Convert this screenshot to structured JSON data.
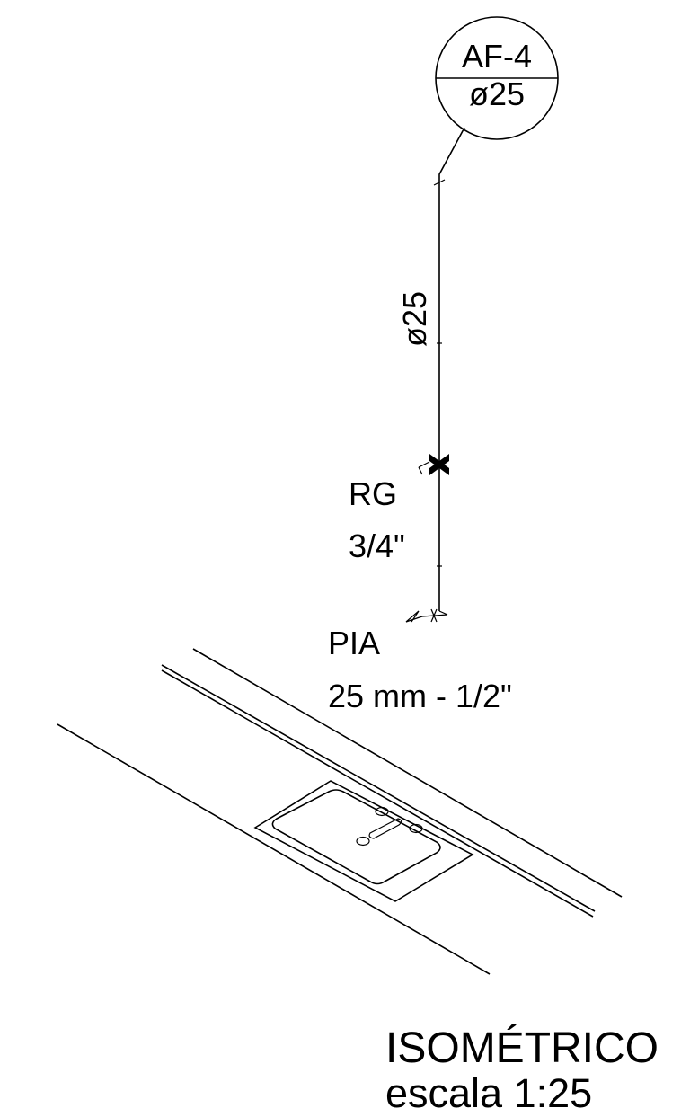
{
  "tag": {
    "top": "AF-4",
    "bottom": "ø25"
  },
  "pipe_diameter": "ø25",
  "valve": {
    "name": "RG",
    "size": "3/4\""
  },
  "fixture": {
    "name": "PIA",
    "size": "25 mm - 1/2\""
  },
  "title": {
    "main": "ISOMÉTRICO",
    "scale": "escala 1:25"
  }
}
